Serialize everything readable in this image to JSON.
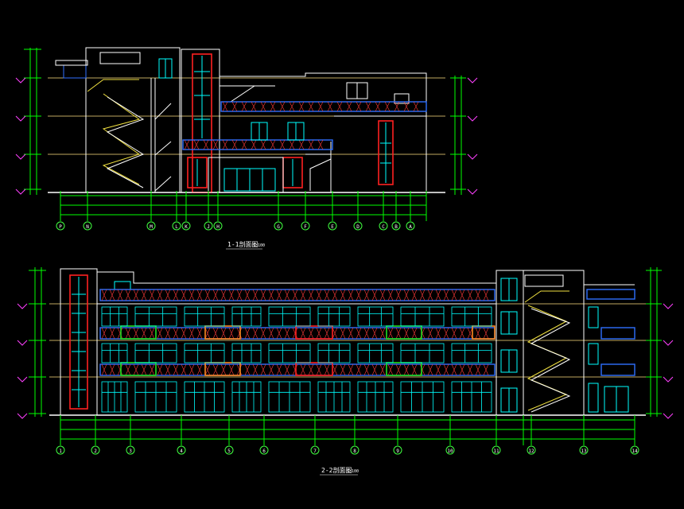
{
  "colors": {
    "background": "#000000",
    "outline": "#ffffff",
    "window": "#00ffff",
    "railing": "#2f6fff",
    "railing_pattern": "#ff3a3a",
    "red_frame": "#ff2020",
    "green_panel": "#20e020",
    "orange_panel": "#ff8a20",
    "stair": "#f0e040",
    "dimension": "#00ff00",
    "axis_bubble": "#40ff40",
    "level_mark": "#ff40ff",
    "text": "#ffffff",
    "frame_line": "#ffe080"
  },
  "sections": [
    {
      "title": "1-1剖面图",
      "scale": "1:100",
      "axis_labels": [
        "P",
        "N",
        "M",
        "L",
        "K",
        "J",
        "H",
        "G",
        "F",
        "E",
        "D",
        "C",
        "B",
        "A"
      ]
    },
    {
      "title": "2-2剖面图",
      "scale": "1:100",
      "axis_labels": [
        "1",
        "2",
        "3",
        "4",
        "5",
        "6",
        "7",
        "8",
        "9",
        "10",
        "11",
        "12",
        "13",
        "14"
      ]
    }
  ]
}
